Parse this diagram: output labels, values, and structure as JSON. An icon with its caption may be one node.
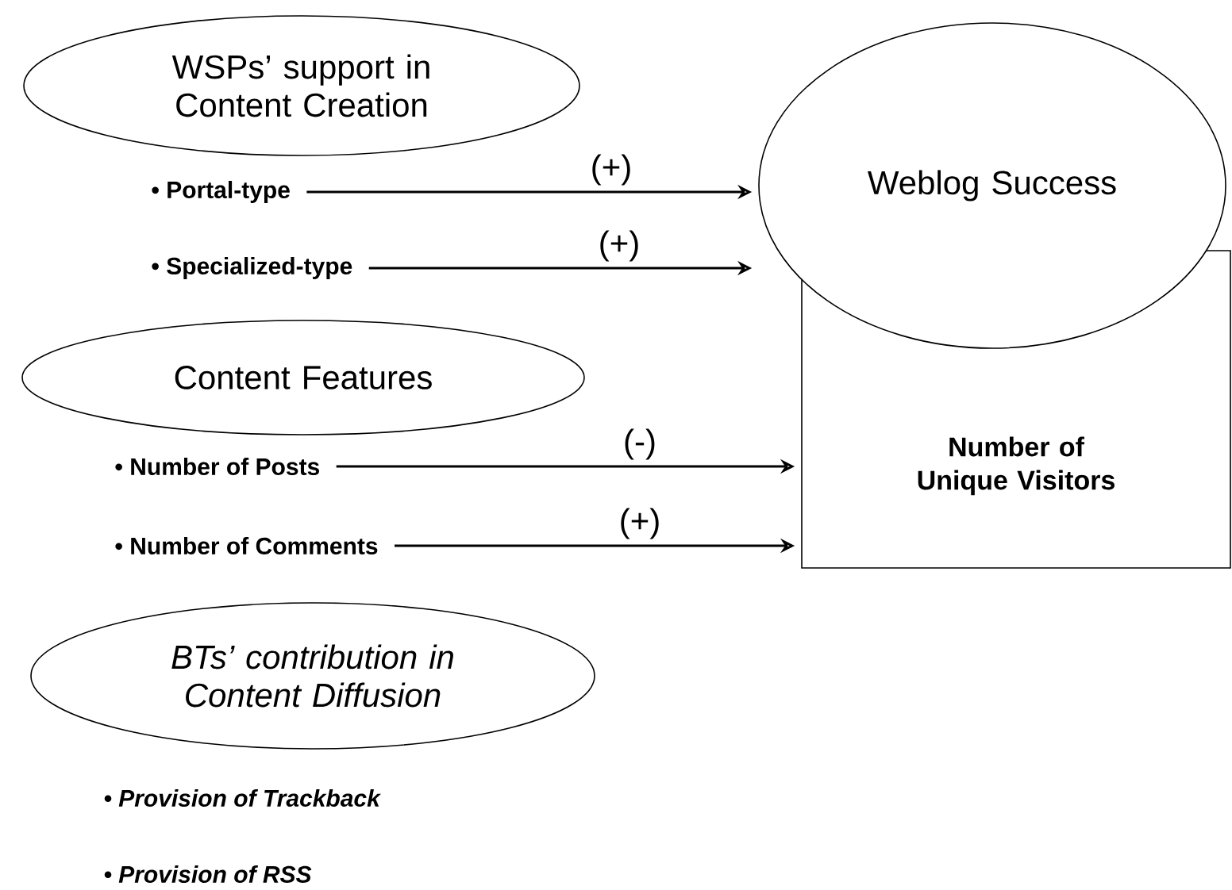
{
  "diagram": {
    "nodes": [
      {
        "text": [
          "WSPs’ support in Content Creation"
        ]
      },
      {
        "text": [
          "• Portal-type"
        ]
      },
      {
        "text": [
          "• Specialized-type"
        ]
      },
      {
        "text": [
          "Weblog Success"
        ]
      },
      {
        "text": [
          "Content Features"
        ]
      },
      {
        "text": [
          "• Number of Posts"
        ]
      },
      {
        "text": [
          "• Number of Comments"
        ]
      },
      {
        "text": [
          "Number of Unique Visitors"
        ]
      },
      {
        "text": [
          "BTs’ contribution in Content Diffusion"
        ]
      }
    ],
    "edges": [
      {
        "from": 1,
        "to": 3,
        "arrow": "to",
        "label": "(+)"
      },
      {
        "from": 2,
        "to": 3,
        "arrow": "to",
        "label": "(+)"
      },
      {
        "from": 5,
        "to": 7,
        "arrow": "to",
        "label": "(-)"
      },
      {
        "from": 6,
        "to": 7,
        "arrow": "to",
        "label": "(+)"
      }
    ],
    "labels": [
      "• Provision of Trackback",
      "• Provision of RSS"
    ]
  }
}
